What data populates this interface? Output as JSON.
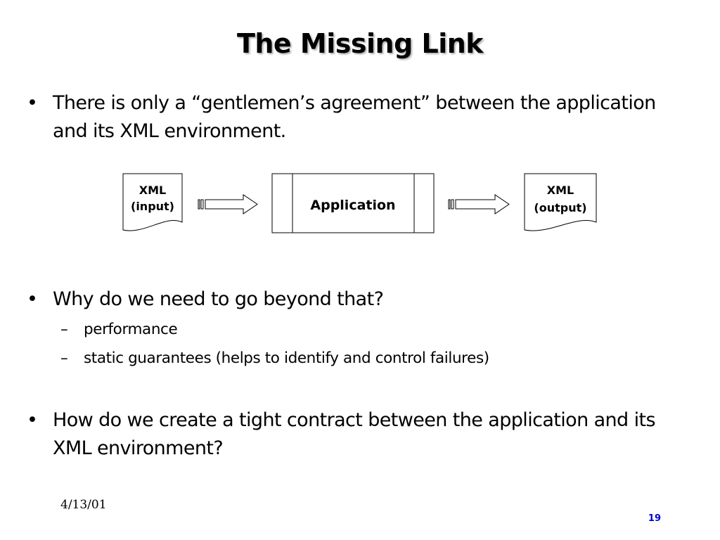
{
  "slide": {
    "title": "The Missing Link",
    "bullets": [
      {
        "marker": "•",
        "text": "There is only a “gentlemen’s agreement” between the application and its XML environment."
      },
      {
        "marker": "•",
        "text": "Why do we need to go beyond that?",
        "sub_items": [
          {
            "marker": "–",
            "text": "performance"
          },
          {
            "marker": "–",
            "text": "static guarantees (helps to identify and control failures)"
          }
        ]
      },
      {
        "marker": "•",
        "text": "How do we create a tight contract between the application and its XML environment?"
      }
    ],
    "diagram": {
      "input_doc": {
        "line1": "XML",
        "line2": "(input)"
      },
      "application": {
        "label": "Application"
      },
      "output_doc": {
        "line1": "XML",
        "line2": "(output)"
      }
    },
    "footer": {
      "date": "4/13/01",
      "page_number": "19"
    },
    "colors": {
      "text": "#000000",
      "background": "#ffffff",
      "page_number": "#0000cc"
    }
  }
}
